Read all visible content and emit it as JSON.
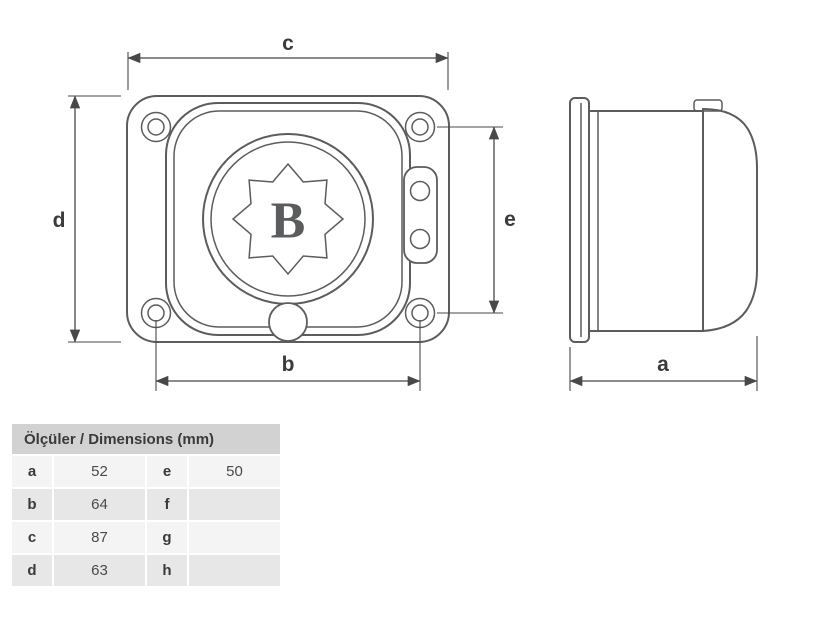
{
  "drawing": {
    "labels": {
      "a": "a",
      "b": "b",
      "c": "c",
      "d": "d",
      "e": "e"
    },
    "logo_letter": "B",
    "line_color": "#5b5c5e",
    "dimension_color": "#47484a"
  },
  "table": {
    "title": "Ölçüler / Dimensions (mm)",
    "rows": [
      {
        "k1": "a",
        "v1": "52",
        "k2": "e",
        "v2": "50"
      },
      {
        "k1": "b",
        "v1": "64",
        "k2": "f",
        "v2": ""
      },
      {
        "k1": "c",
        "v1": "87",
        "k2": "g",
        "v2": ""
      },
      {
        "k1": "d",
        "v1": "63",
        "k2": "h",
        "v2": ""
      }
    ]
  }
}
